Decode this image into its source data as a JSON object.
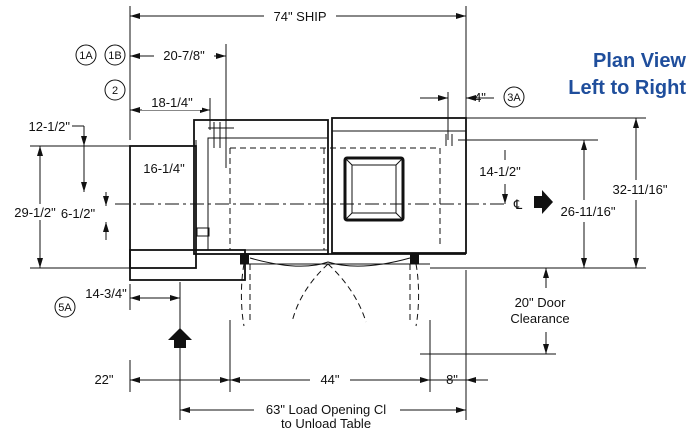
{
  "title": {
    "line1": "Plan View",
    "line2": "Left to Right",
    "color": "#1f4e9c"
  },
  "dimensions": {
    "ship_width": "74\" SHIP",
    "d_20_7_8": "20-7/8\"",
    "d_18_1_4": "18-1/4\"",
    "d_4": "4\"",
    "d_12_1_2": "12-1/2\"",
    "d_16_1_4": "16-1/4\"",
    "d_14_1_2": "14-1/2\"",
    "d_32_11_16": "32-11/16\"",
    "d_29_1_2": "29-1/2\"",
    "d_6_1_2": "6-1/2\"",
    "d_26_11_16": "26-11/16\"",
    "d_14_3_4": "14-3/4\"",
    "door_clearance_1": "20\" Door",
    "door_clearance_2": "Clearance",
    "d_22": "22\"",
    "d_44": "44\"",
    "d_8": "8\"",
    "load_opening_1": "63\" Load Opening Cl",
    "load_opening_2": "to Unload Table"
  },
  "callouts": {
    "c1a": "1A",
    "c1b": "1B",
    "c2": "2",
    "c3a": "3A",
    "c5a": "5A"
  },
  "centerline_symbol": "℄"
}
